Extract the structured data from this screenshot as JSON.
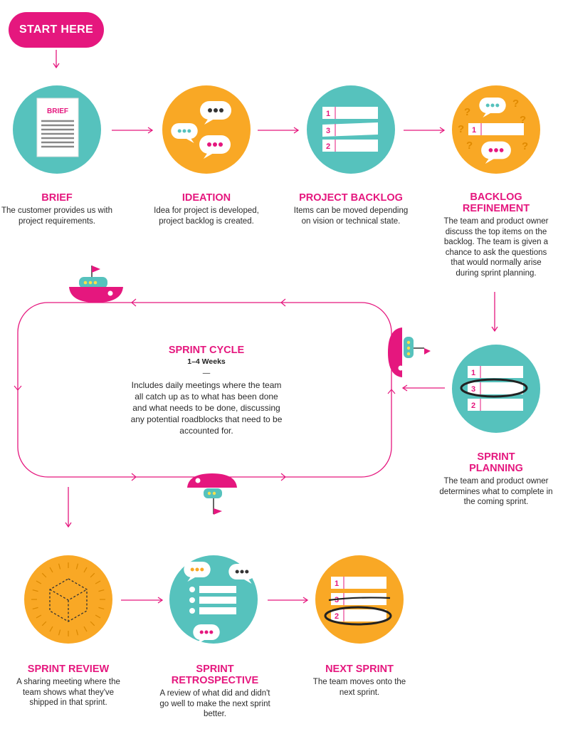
{
  "start_button": "START HERE",
  "steps": {
    "brief": {
      "title": "BRIEF",
      "desc": "The customer provides us with project requirements.",
      "doc_label": "BRIEF"
    },
    "ideation": {
      "title": "IDEATION",
      "desc": "Idea for project is developed, project backlog is created."
    },
    "project_backlog": {
      "title": "PROJECT BACKLOG",
      "desc": "Items can be moved depending on vision or technical state.",
      "items": [
        "1",
        "3",
        "2"
      ]
    },
    "backlog_refinement": {
      "title": "BACKLOG REFINEMENT",
      "desc": "The team and product owner discuss the top items on the backlog. The team is given a chance to ask the questions that would normally arise during sprint planning.",
      "item": "1",
      "question_mark": "?"
    },
    "sprint_planning": {
      "title": "SPRINT PLANNING",
      "desc": "The team and product owner determines what to complete in the coming sprint.",
      "items": [
        "1",
        "3",
        "2"
      ]
    },
    "sprint_review": {
      "title": "SPRINT REVIEW",
      "desc": "A sharing meeting where the team shows what they've shipped in that sprint."
    },
    "sprint_retrospective": {
      "title": "SPRINT RETROSPECTIVE",
      "desc": "A review of what did and didn't go well to make the next sprint better."
    },
    "next_sprint": {
      "title": "NEXT SPRINT",
      "desc": "The team moves onto the next sprint.",
      "items": [
        "1",
        "3",
        "2"
      ]
    }
  },
  "sprint_cycle": {
    "title": "SPRINT CYCLE",
    "subtitle": "1–4 Weeks",
    "divider": "—",
    "desc": "Includes daily meetings where the team all catch up as to what has been done and what needs to be done, discussing any potential roadblocks that need to be accounted for."
  },
  "colors": {
    "pink": "#e5177e",
    "teal": "#56c2bd",
    "orange": "#f9a825",
    "gray": "#8a8a8a"
  }
}
